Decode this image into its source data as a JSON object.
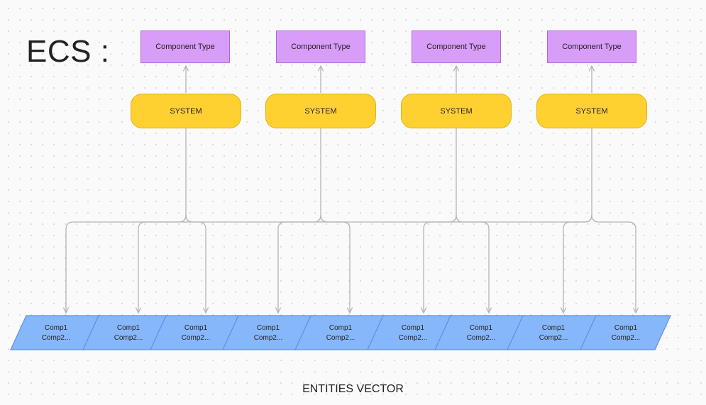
{
  "title": "ECS :",
  "component_types": [
    {
      "label": "Component Type"
    },
    {
      "label": "Component Type"
    },
    {
      "label": "Component Type"
    },
    {
      "label": "Component Type"
    }
  ],
  "systems": [
    {
      "label": "SYSTEM"
    },
    {
      "label": "SYSTEM"
    },
    {
      "label": "SYSTEM"
    },
    {
      "label": "SYSTEM"
    }
  ],
  "entities": [
    {
      "line1": "Comp1",
      "line2": "Comp2..."
    },
    {
      "line1": "Comp1",
      "line2": "Comp2..."
    },
    {
      "line1": "Comp1",
      "line2": "Comp2..."
    },
    {
      "line1": "Comp1",
      "line2": "Comp2..."
    },
    {
      "line1": "Comp1",
      "line2": "Comp2..."
    },
    {
      "line1": "Comp1",
      "line2": "Comp2..."
    },
    {
      "line1": "Comp1",
      "line2": "Comp2..."
    },
    {
      "line1": "Comp1",
      "line2": "Comp2..."
    },
    {
      "line1": "Comp1",
      "line2": "Comp2..."
    }
  ],
  "footer": "ENTITIES VECTOR",
  "colors": {
    "component_fill": "#d89cf9",
    "system_fill": "#fed131",
    "entity_fill": "#87b7fb",
    "connector": "#b4b4b4"
  }
}
